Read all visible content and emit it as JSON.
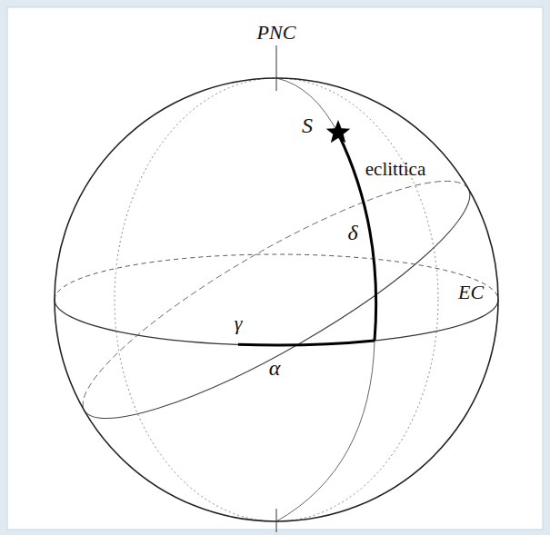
{
  "diagram": {
    "labels": [
      "PNC",
      "S",
      "eclittica",
      "δ",
      "EC",
      "γ",
      "α"
    ]
  }
}
